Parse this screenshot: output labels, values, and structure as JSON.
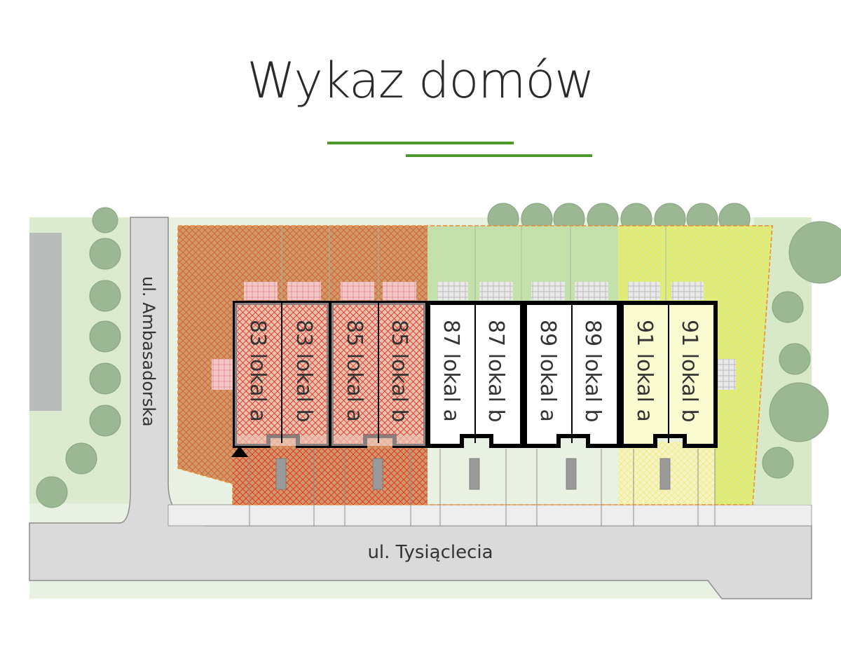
{
  "page": {
    "title": "Wykaz domów",
    "accent_color": "#4e9a2e"
  },
  "streets": [
    {
      "id": "ambasadorska",
      "label": "ul.  Ambasadorska"
    },
    {
      "id": "tysiaclecia",
      "label": "ul.  Tysiąclecia"
    }
  ],
  "units": [
    {
      "label": "83 lokal a",
      "status": "sold",
      "color": "#e8332a"
    },
    {
      "label": "83 lokal b",
      "status": "sold",
      "color": "#e8332a"
    },
    {
      "label": "85 lokal a",
      "status": "sold",
      "color": "#e8332a"
    },
    {
      "label": "85 lokal b",
      "status": "sold",
      "color": "#e8332a"
    },
    {
      "label": "87 lokal a",
      "status": "available",
      "color": "#ffffff"
    },
    {
      "label": "87 lokal b",
      "status": "available",
      "color": "#ffffff"
    },
    {
      "label": "89 lokal a",
      "status": "available",
      "color": "#ffffff"
    },
    {
      "label": "89 lokal b",
      "status": "available",
      "color": "#ffffff"
    },
    {
      "label": "91 lokal a",
      "status": "reserved",
      "color": "#f0ee5a"
    },
    {
      "label": "91 lokal b",
      "status": "reserved",
      "color": "#f0ee5a"
    }
  ],
  "colors": {
    "sold": "#e8332a",
    "reserved": "#f0ee5a",
    "lawn": "#c9e3b0",
    "street": "#dcdcdc",
    "tree": "#9bb794"
  }
}
